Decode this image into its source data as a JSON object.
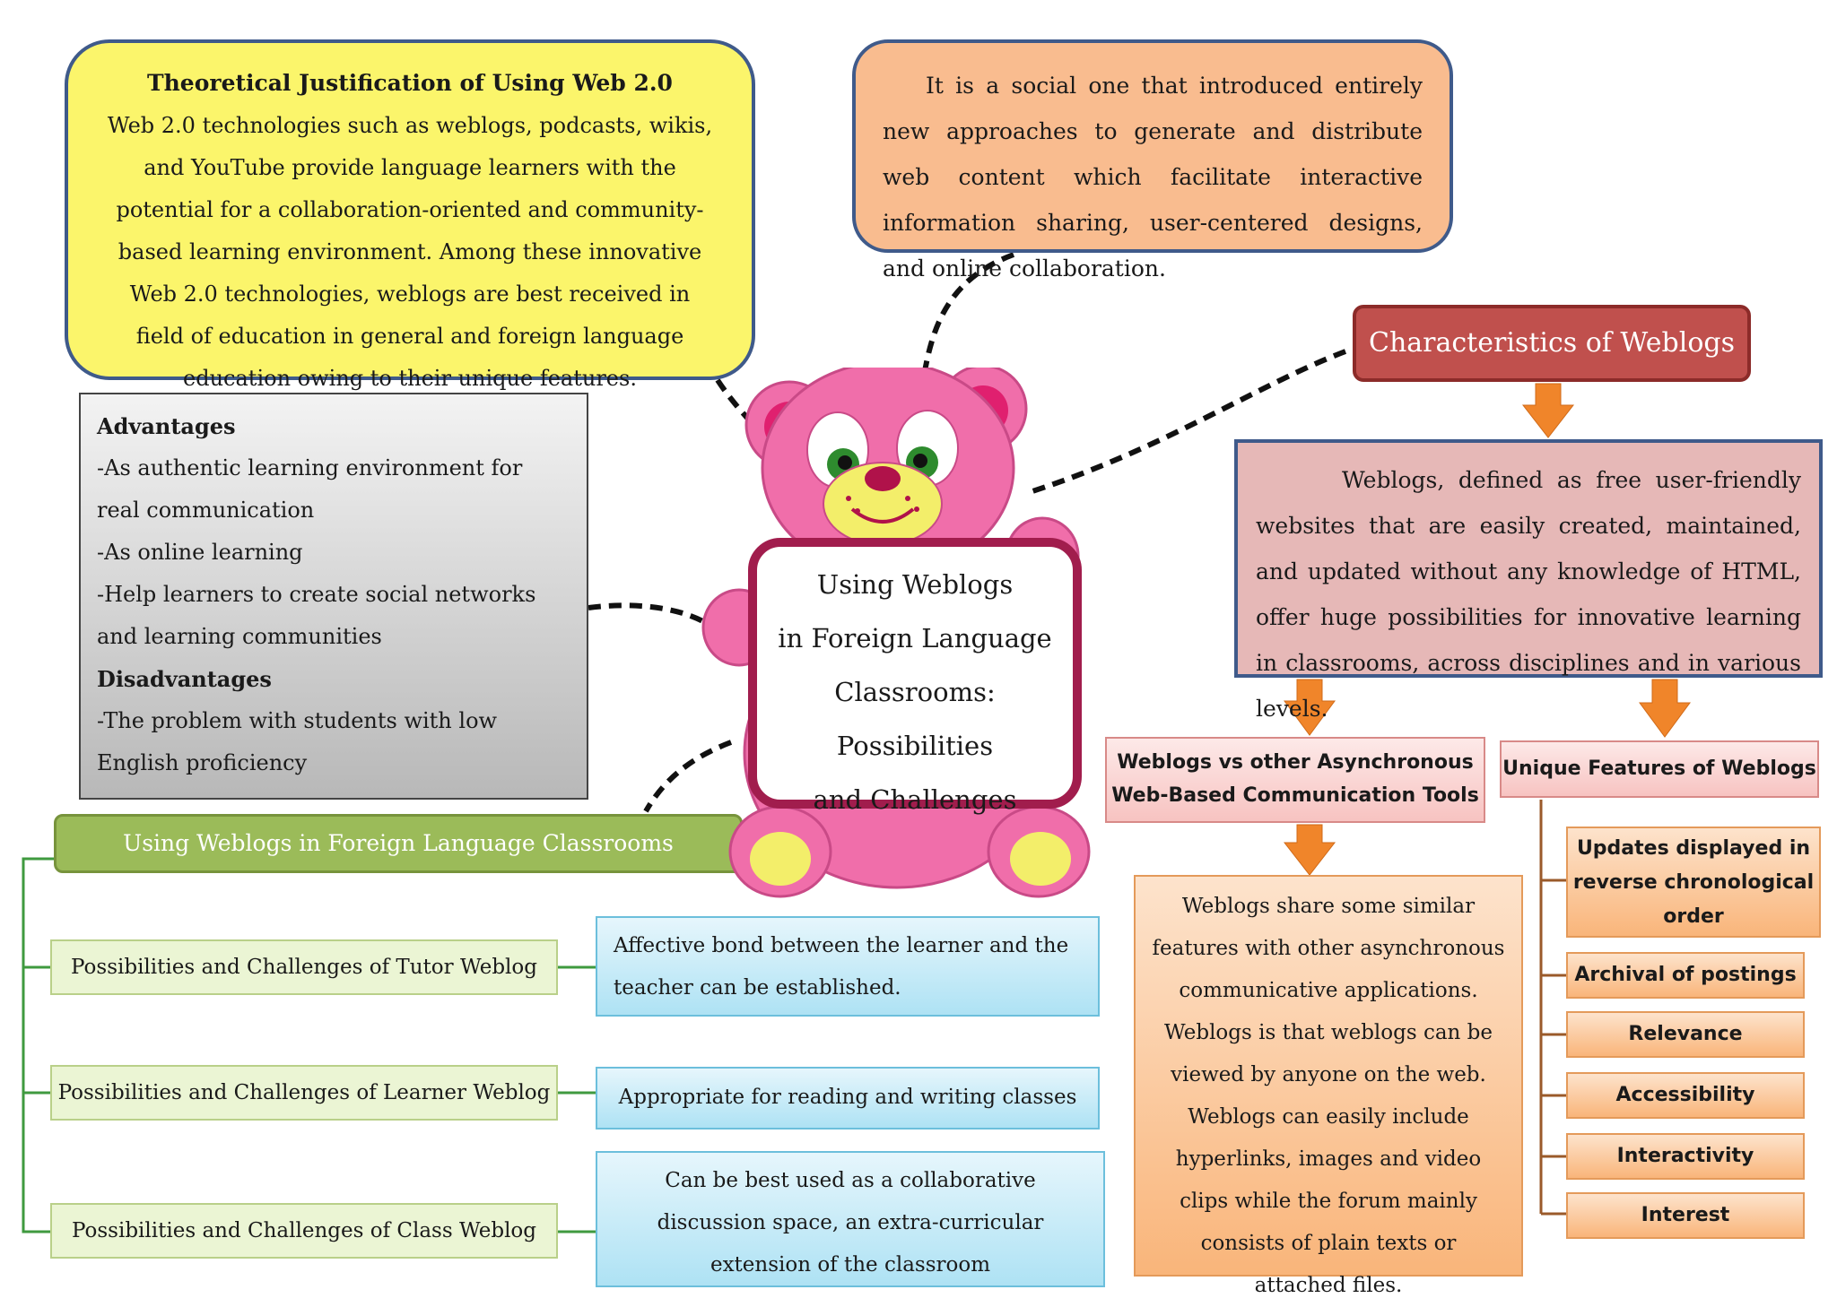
{
  "theory": {
    "title": "Theoretical Justification of Using Web 2.0",
    "body": "Web 2.0 technologies such as weblogs, podcasts, wikis, and YouTube provide language learners with the potential for a collaboration-oriented and community-based learning environment. Among these innovative Web 2.0 technologies, weblogs are best received in field of education in general and foreign language education owing to their unique features."
  },
  "social": {
    "text": "It is a social one that introduced entirely new approaches to generate and distribute web content which facilitate interactive information sharing, user-centered designs, and online collaboration."
  },
  "advantages": {
    "adv_title": "Advantages",
    "adv_items": [
      "-As authentic learning environment for real communication",
      "-As online learning",
      "-Help learners to create social networks and learning communities"
    ],
    "dis_title": "Disadvantages",
    "dis_items": [
      "-The problem with students with low English proficiency"
    ]
  },
  "center": {
    "line1": "Using Weblogs",
    "line2": "in Foreign Language",
    "line3": "Classrooms: Possibilities",
    "line4": "and Challenges"
  },
  "characteristics": {
    "title": "Characteristics of Weblogs",
    "definition": "Weblogs, defined as free user-friendly websites that are easily created, maintained, and updated without any knowledge of HTML, offer huge possibilities for innovative learning in classrooms, across disciplines and in various levels."
  },
  "vs": {
    "line1": "Weblogs vs other Asynchronous",
    "line2": "Web-Based Communication Tools",
    "detail": "Weblogs share some similar features with other asynchronous communicative applications. Weblogs is that weblogs can be viewed by anyone on the web. Weblogs can easily include hyperlinks, images and video clips while the forum mainly consists of plain texts or attached files."
  },
  "unique": {
    "title": "Unique Features of Weblogs",
    "features": [
      "Updates displayed in reverse chronological order",
      "Archival of postings",
      "Relevance",
      "Accessibility",
      "Interactivity",
      "Interest"
    ]
  },
  "classrooms": {
    "title": "Using Weblogs in Foreign Language Classrooms",
    "rows": [
      {
        "label": "Possibilities and Challenges of Tutor Weblog",
        "detail": "Affective bond between the learner and the teacher can be established."
      },
      {
        "label": "Possibilities and Challenges of Learner Weblog",
        "detail": "Appropriate for reading and writing classes"
      },
      {
        "label": "Possibilities and Challenges of Class Weblog",
        "detail": "Can be best used as a collaborative discussion space, an extra-curricular extension of the classroom"
      }
    ]
  },
  "colors": {
    "yellow": "#fbf56b",
    "orange": "#f9bc8f",
    "red": "#c0504d",
    "pink_def": "#e6b8b7",
    "green": "#9bbb59",
    "blue": "#aee2f4",
    "bear_pink": "#f06eaa",
    "arrow_orange": "#f0852a"
  }
}
